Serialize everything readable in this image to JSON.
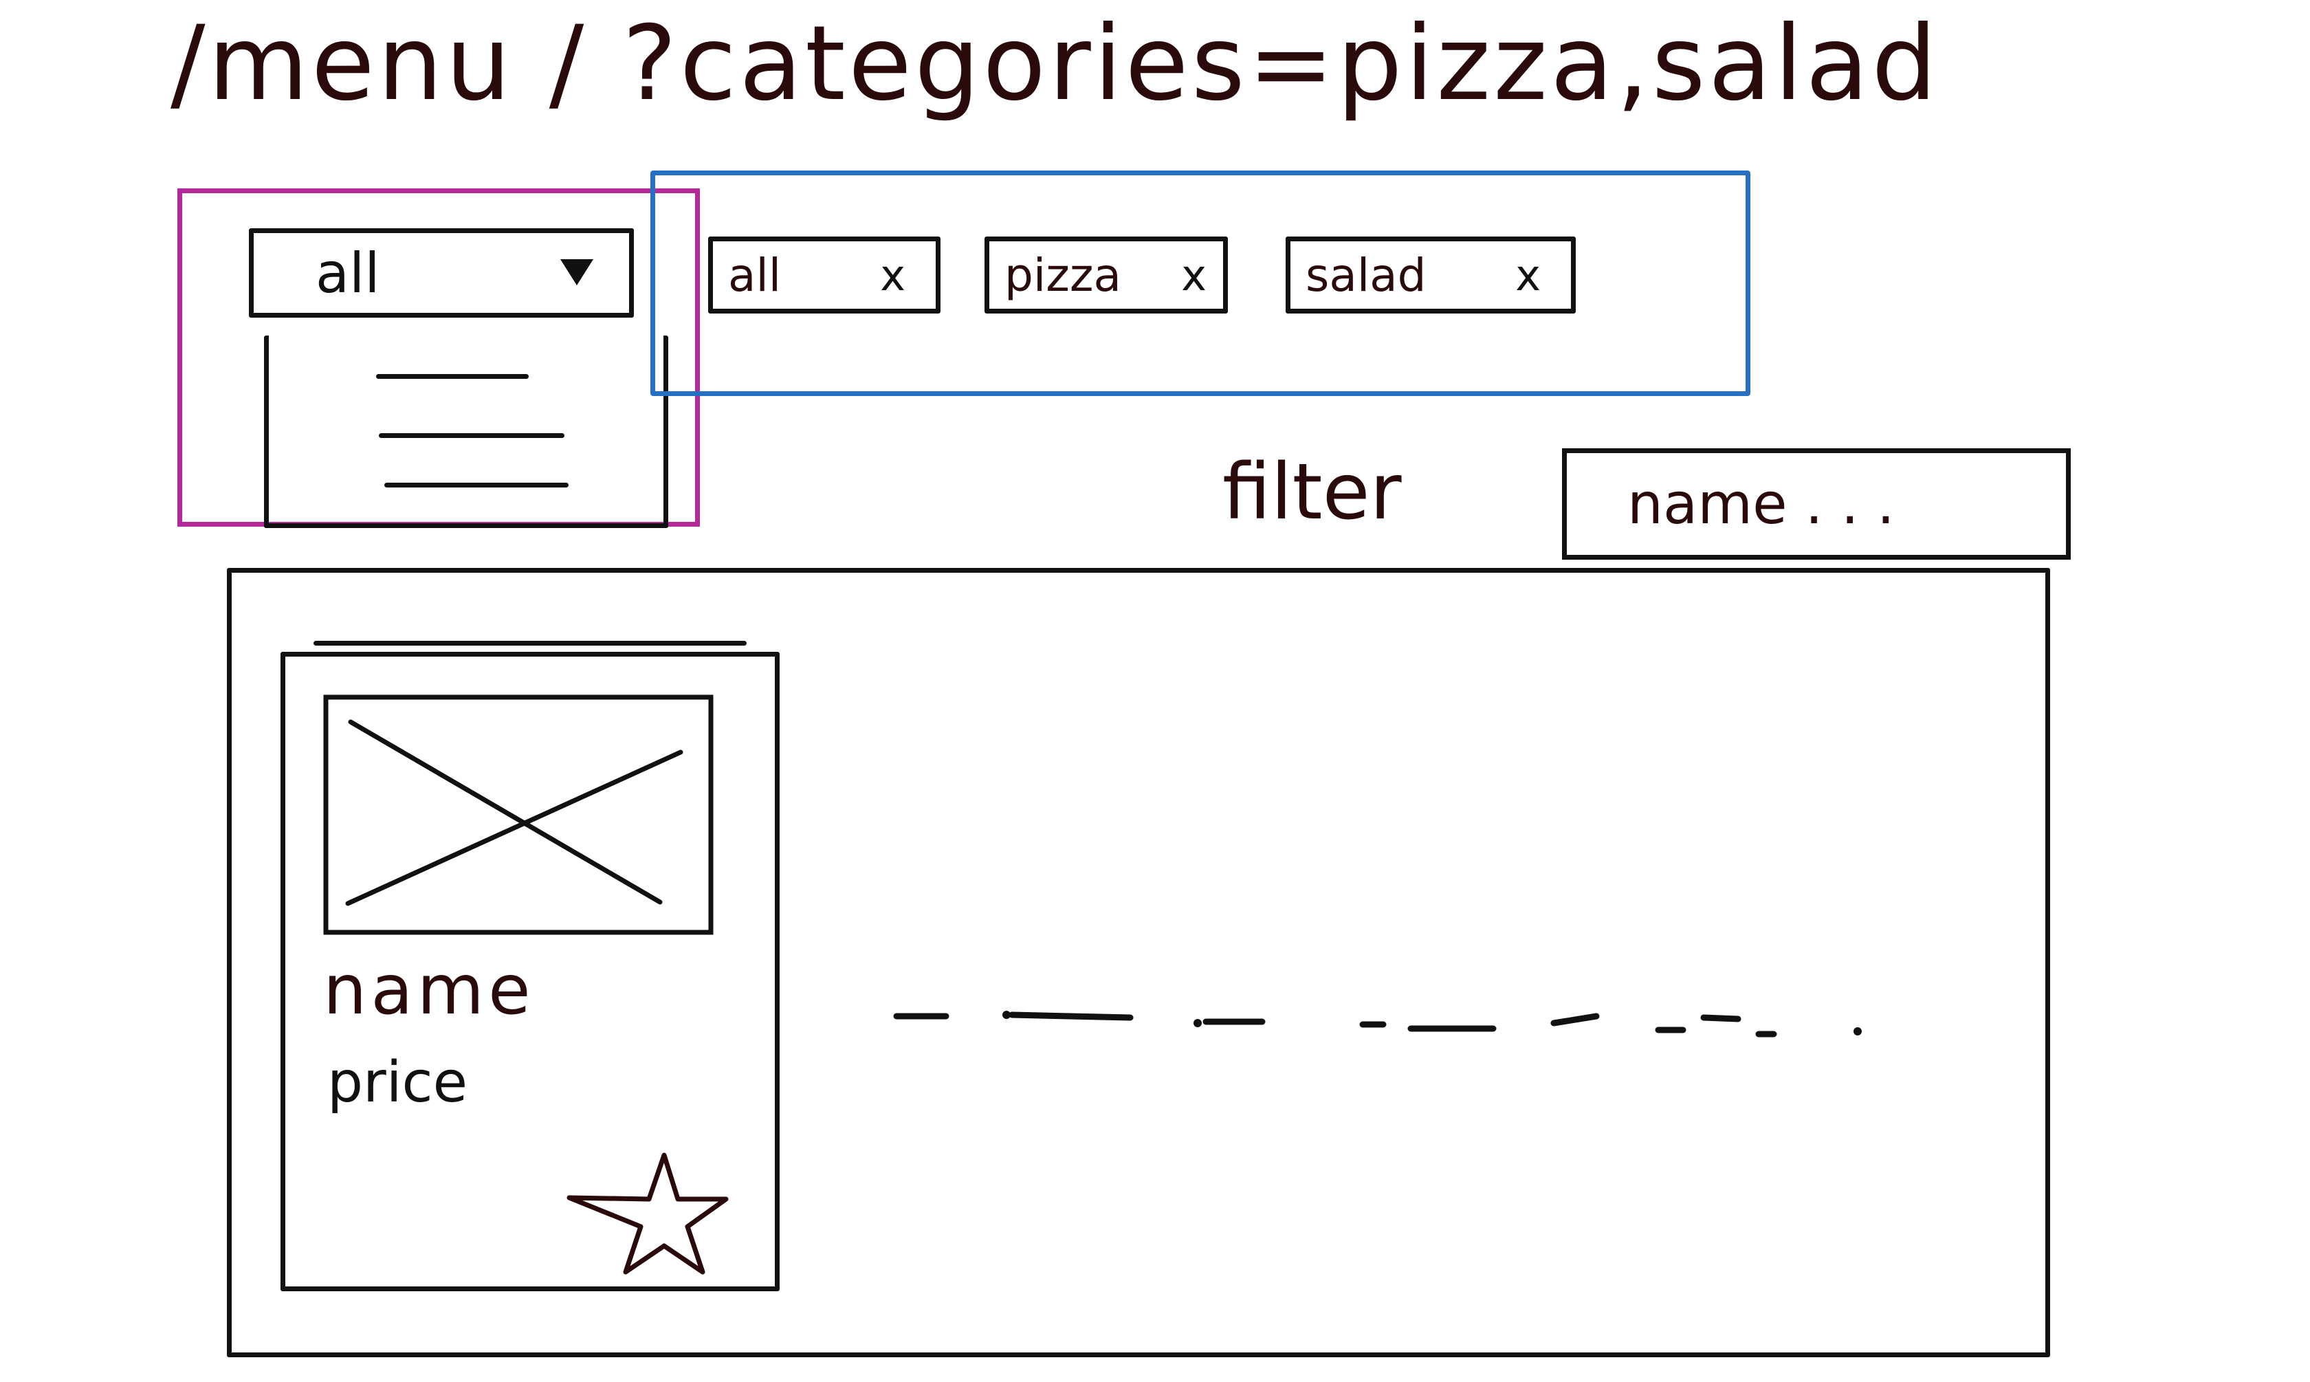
{
  "url": {
    "path": "/menu / ?categories=pizza,salad"
  },
  "category_dropdown": {
    "selected": "all",
    "options_count_visible": 3
  },
  "selected_categories": {
    "chips": [
      {
        "label": "all",
        "remove": "x"
      },
      {
        "label": "pizza",
        "remove": "x"
      },
      {
        "label": "salad",
        "remove": "x"
      }
    ]
  },
  "filter": {
    "label": "filter",
    "placeholder": "name . . ."
  },
  "menu_item_card": {
    "name": "name",
    "price": "price",
    "favorite_icon": "star-icon",
    "image_icon": "image-placeholder-icon"
  },
  "colors": {
    "ink": "#2a0a0a",
    "outline": "#111111",
    "magenta_annotation": "#b52a9b",
    "blue_annotation": "#2670c4"
  }
}
